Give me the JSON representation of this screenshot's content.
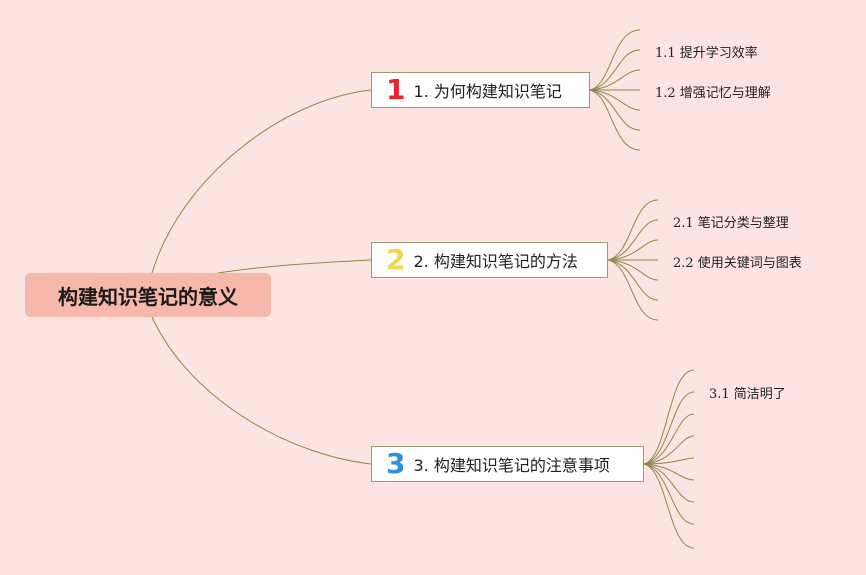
{
  "root": {
    "title": "构建知识笔记的意义"
  },
  "branches": [
    {
      "number": "1",
      "label": "1. 为何构建知识笔记",
      "children": [
        "1.1 提升学习效率",
        "1.2 增强记忆与理解"
      ]
    },
    {
      "number": "2",
      "label": "2. 构建知识笔记的方法",
      "children": [
        "2.1 笔记分类与整理",
        "2.2 使用关键词与图表"
      ]
    },
    {
      "number": "3",
      "label": "3. 构建知识笔记的注意事项",
      "children": [
        "3.1 简洁明了"
      ]
    }
  ],
  "colors": {
    "background": "#fde3e2",
    "root_fill": "#f6b8aa",
    "connector": "#8a8a4a",
    "number_1": "#e8232d",
    "number_2": "#f0d64a",
    "number_3": "#2b8ee0"
  }
}
